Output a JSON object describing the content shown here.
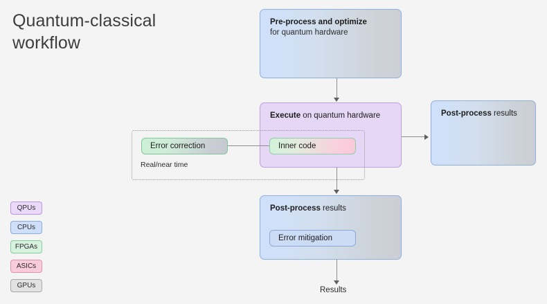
{
  "page": {
    "title": "Quantum-classical workflow",
    "background_color": "#f4f4f4"
  },
  "nodes": {
    "preprocess": {
      "title_bold": "Pre-process and optimize",
      "subtitle": "for quantum hardware",
      "gradient_from": "#cfe0fb",
      "gradient_to": "#ccd0d6",
      "border_color": "#8fb0e0"
    },
    "execute": {
      "title_bold": "Execute",
      "title_rest": " on quantum hardware",
      "fill_color": "#e6d7f7",
      "border_color": "#bda0df"
    },
    "postprocess_right": {
      "title_bold": "Post-process",
      "title_rest": " results",
      "gradient_from": "#cfe0fb",
      "gradient_to": "#cbcfd5",
      "border_color": "#8fb0e0"
    },
    "postprocess_bottom": {
      "title_bold": "Post-process",
      "title_rest": " results",
      "gradient_from": "#cfe0fb",
      "gradient_to": "#cbcfd5",
      "border_color": "#8fb0e0"
    }
  },
  "chips": {
    "error_correction": {
      "label": "Error correction",
      "gradient_from": "#cdf0d6",
      "gradient_to": "#c5cad0",
      "border_color": "#7fc79a"
    },
    "inner_code": {
      "label": "Inner code",
      "gradient_from": "#d2f2da",
      "gradient_to": "#fbc9d9",
      "border_color": "#8fcfa6"
    },
    "error_mitigation": {
      "label": "Error mitigation",
      "fill_color": "#ccdcf5",
      "border_color": "#8aa9d8"
    }
  },
  "regions": {
    "realtime": {
      "label": "Real/near time",
      "border_style": "dotted",
      "border_color": "#9a9a9a"
    }
  },
  "connectors": {
    "output_label": "Results",
    "line_color": "#8d8d8d",
    "arrow_color": "#5f5f5f"
  },
  "legend": {
    "items": [
      {
        "label": "QPUs",
        "fill": "#ead9f9",
        "border": "#b995e0"
      },
      {
        "label": "CPUs",
        "fill": "#cfdff9",
        "border": "#8aaade"
      },
      {
        "label": "FPGAs",
        "fill": "#d7f2de",
        "border": "#86cd9d"
      },
      {
        "label": "ASICs",
        "fill": "#f9ccdb",
        "border": "#e58fae"
      },
      {
        "label": "GPUs",
        "fill": "#e2e2e2",
        "border": "#a8a8a8"
      }
    ]
  }
}
